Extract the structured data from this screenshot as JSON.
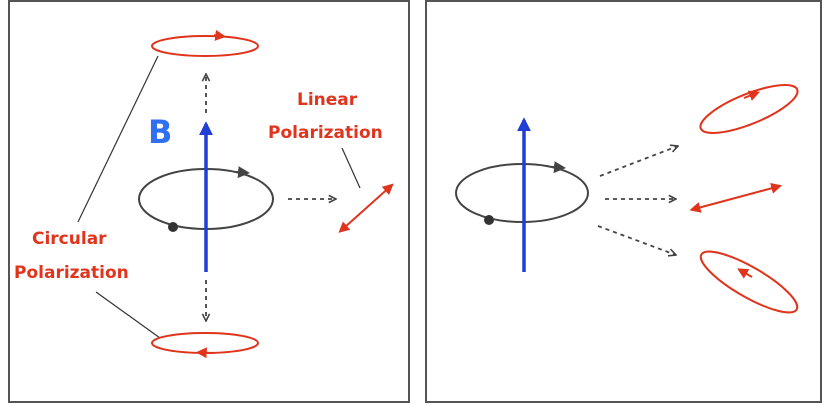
{
  "colors": {
    "panel_border": "#555555",
    "field_arrow": "#1f3fd6",
    "polarization": "#e0341c",
    "orbit": "#444444",
    "emission_arrow": "#444444",
    "label_red": "#e0341c",
    "label_blue": "#2f6ff0"
  },
  "panel_left": {
    "field_label": "B",
    "linear_label": [
      "Linear",
      "Polarization"
    ],
    "circular_label": [
      "Circular",
      "Polarization"
    ]
  },
  "panel_right": {}
}
